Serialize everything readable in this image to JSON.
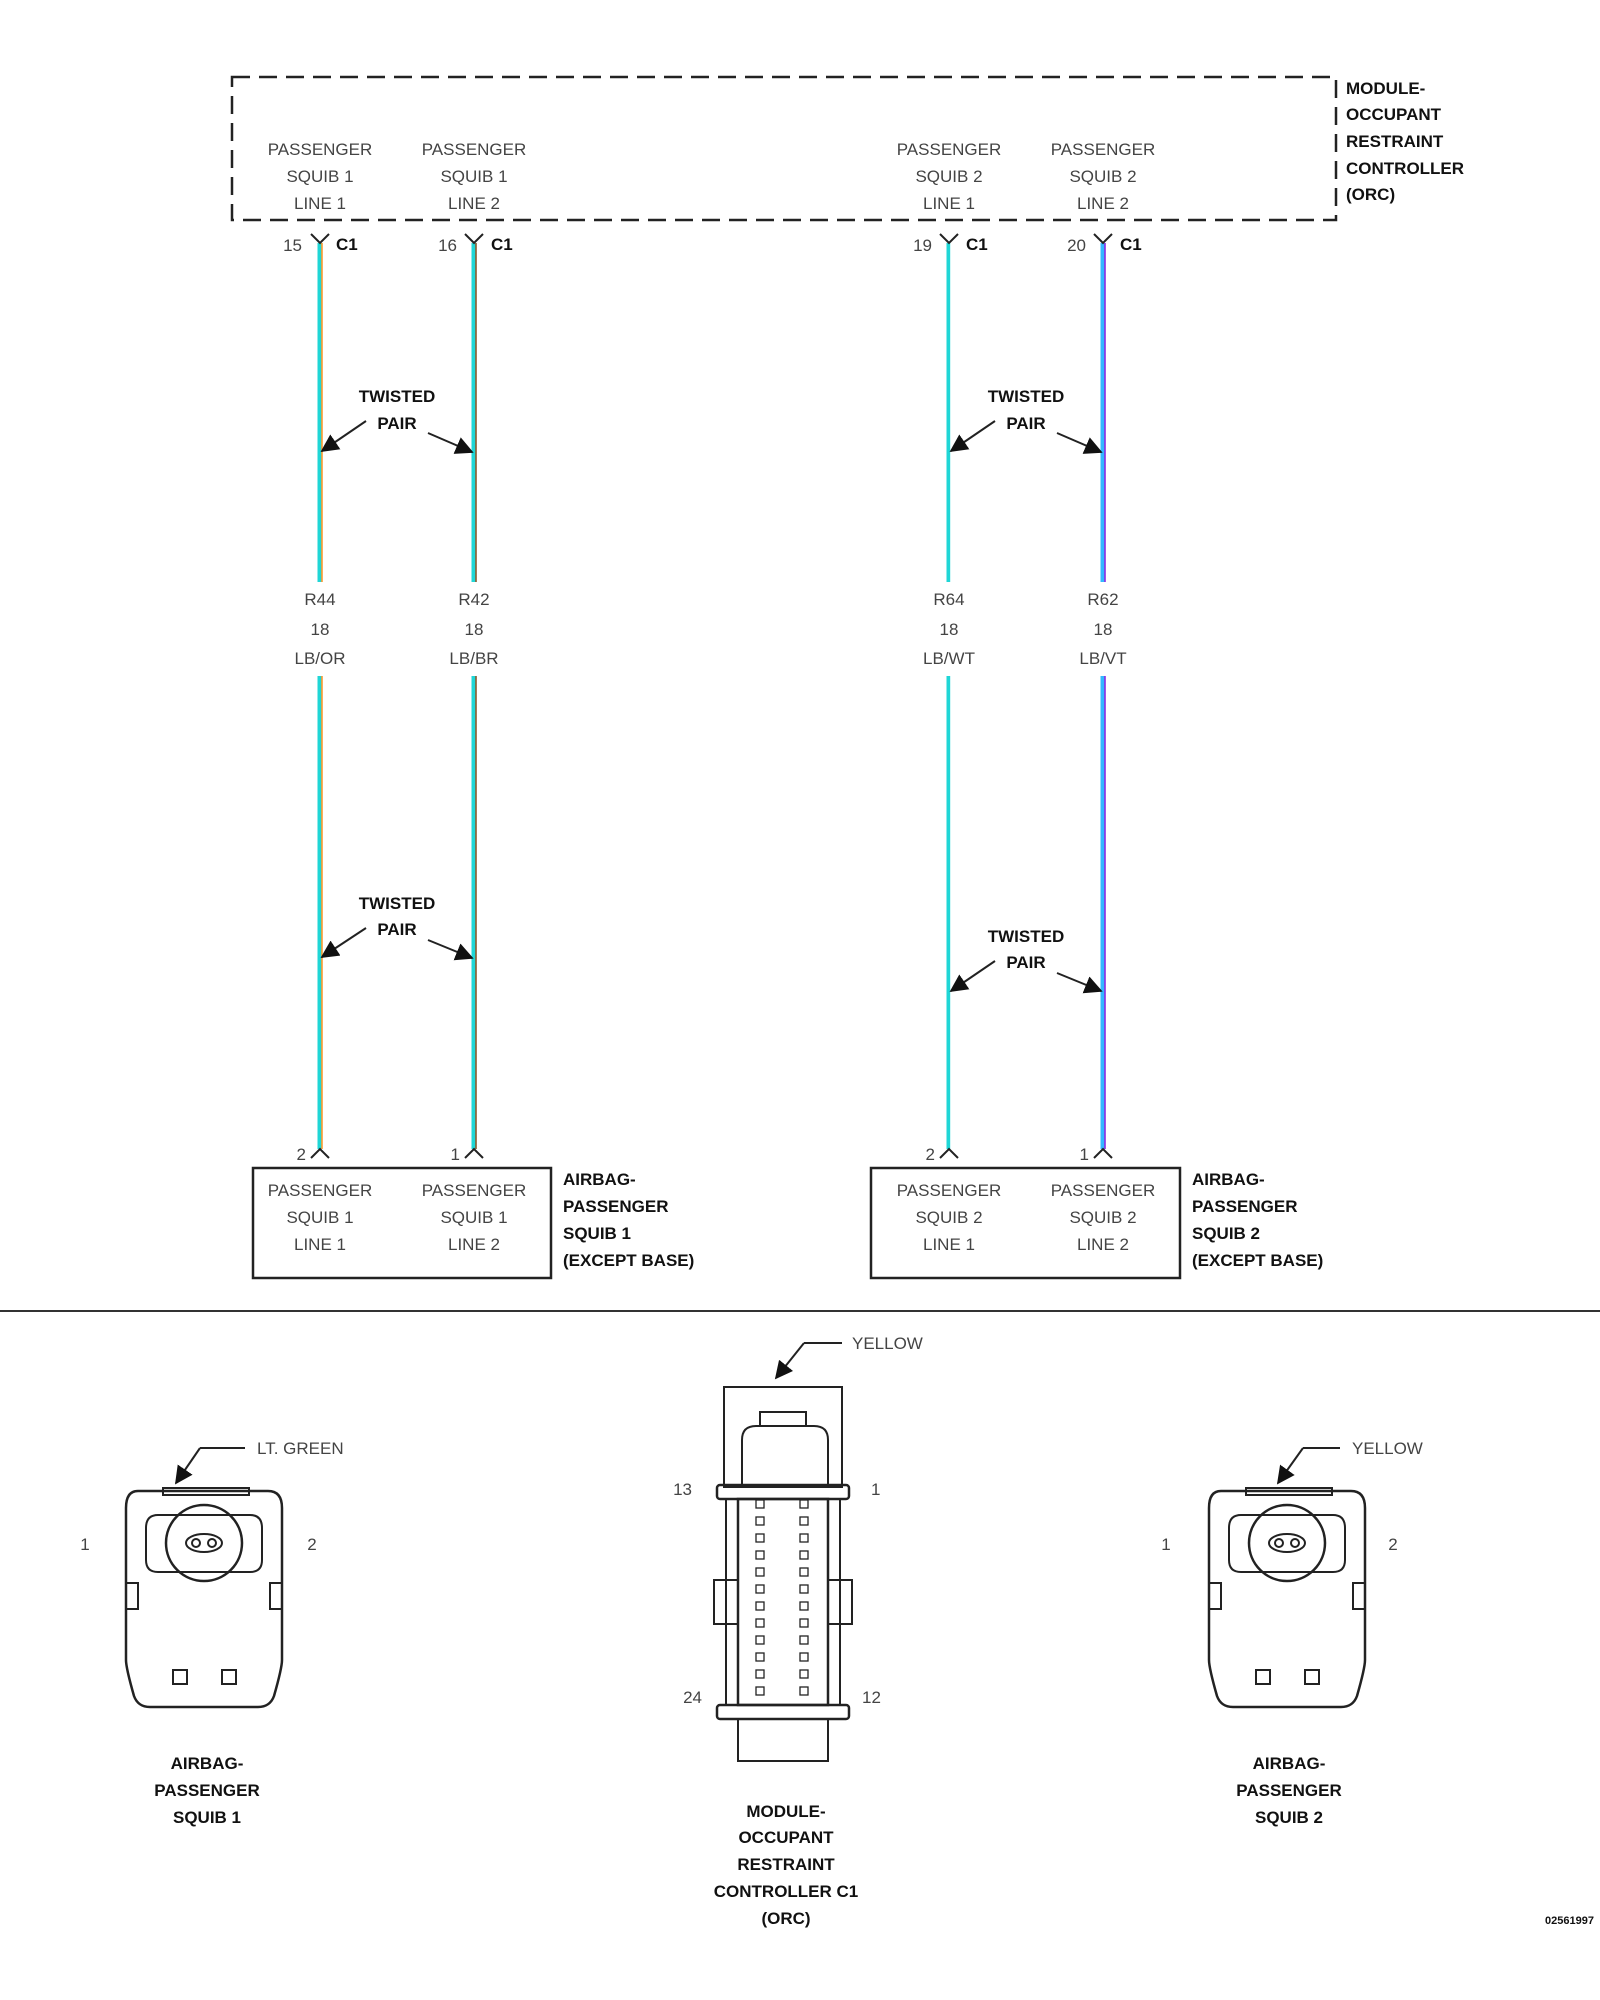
{
  "orc_module": {
    "label": [
      "MODULE-",
      "OCCUPANT",
      "RESTRAINT",
      "CONTROLLER",
      "(ORC)"
    ],
    "pins": [
      {
        "id": "orc-pin-15",
        "lines": [
          "PASSENGER",
          "SQUIB 1",
          "LINE 1"
        ],
        "pin": "15",
        "connector": "C1"
      },
      {
        "id": "orc-pin-16",
        "lines": [
          "PASSENGER",
          "SQUIB 1",
          "LINE 2"
        ],
        "pin": "16",
        "connector": "C1"
      },
      {
        "id": "orc-pin-19",
        "lines": [
          "PASSENGER",
          "SQUIB 2",
          "LINE 1"
        ],
        "pin": "19",
        "connector": "C1"
      },
      {
        "id": "orc-pin-20",
        "lines": [
          "PASSENGER",
          "SQUIB 2",
          "LINE 2"
        ],
        "pin": "20",
        "connector": "C1"
      }
    ]
  },
  "wires": [
    {
      "circuit": "R44",
      "gauge": "18",
      "color_code": "LB/OR",
      "base_color": "#1fd6d6",
      "tracer_color": "#ff9a2e"
    },
    {
      "circuit": "R42",
      "gauge": "18",
      "color_code": "LB/BR",
      "base_color": "#1fd6d6",
      "tracer_color": "#8b5a2b"
    },
    {
      "circuit": "R64",
      "gauge": "18",
      "color_code": "LB/WT",
      "base_color": "#1fd6d6",
      "tracer_color": "#ffffff"
    },
    {
      "circuit": "R62",
      "gauge": "18",
      "color_code": "LB/VT",
      "base_color": "#33b8ff",
      "tracer_color": "#8a2be2"
    }
  ],
  "twisted_pair_label": [
    "TWISTED",
    "PAIR"
  ],
  "squib1": {
    "pins": [
      "2",
      "1"
    ],
    "cells": [
      [
        "PASSENGER",
        "SQUIB 1",
        "LINE 1"
      ],
      [
        "PASSENGER",
        "SQUIB 1",
        "LINE 2"
      ]
    ],
    "label": [
      "AIRBAG-",
      "PASSENGER",
      "SQUIB 1",
      "(EXCEPT BASE)"
    ]
  },
  "squib2": {
    "pins": [
      "2",
      "1"
    ],
    "cells": [
      [
        "PASSENGER",
        "SQUIB 2",
        "LINE 1"
      ],
      [
        "PASSENGER",
        "SQUIB 2",
        "LINE 2"
      ]
    ],
    "label": [
      "AIRBAG-",
      "PASSENGER",
      "SQUIB 2",
      "(EXCEPT BASE)"
    ]
  },
  "connector_views": {
    "squib1": {
      "color": "LT. GREEN",
      "pin_left": "1",
      "pin_right": "2",
      "label": [
        "AIRBAG-",
        "PASSENGER",
        "SQUIB 1"
      ]
    },
    "orc_c1": {
      "color": "YELLOW",
      "pin_tl": "13",
      "pin_tr": "1",
      "pin_bl": "24",
      "pin_br": "12",
      "label": [
        "MODULE-",
        "OCCUPANT",
        "RESTRAINT",
        "CONTROLLER C1",
        "(ORC)"
      ]
    },
    "squib2": {
      "color": "YELLOW",
      "pin_left": "1",
      "pin_right": "2",
      "label": [
        "AIRBAG-",
        "PASSENGER",
        "SQUIB 2"
      ]
    }
  },
  "figure_id": "02561997"
}
